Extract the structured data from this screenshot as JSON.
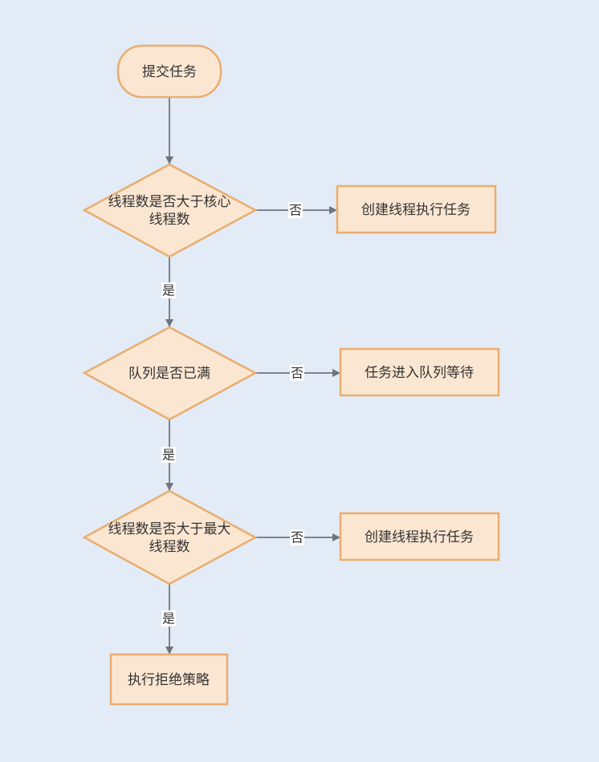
{
  "colors": {
    "background": "#e3ebf6",
    "node_fill": "#fbe6d1",
    "node_stroke": "#e9ad6f",
    "edge": "#7d838c"
  },
  "nodes": {
    "start": "提交任务",
    "decision1": [
      "线程数是否大于核心",
      "线程数"
    ],
    "action1": "创建线程执行任务",
    "decision2": "队列是否已满",
    "action2": "任务进入队列等待",
    "decision3": [
      "线程数是否大于最大",
      "线程数"
    ],
    "action3": "创建线程执行任务",
    "end": "执行拒绝策略"
  },
  "edges": {
    "no": "否",
    "yes": "是"
  }
}
